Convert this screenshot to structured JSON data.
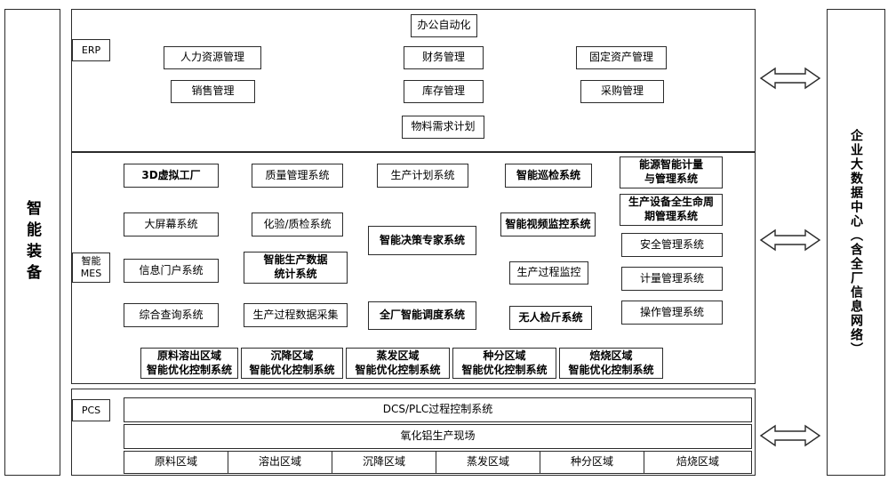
{
  "left_panel": {
    "label": "智能装备"
  },
  "right_panel": {
    "label": "企业大数据中心（含全厂信息网络）"
  },
  "icons": {
    "bidirectional_arrow": "⇔"
  },
  "erp": {
    "layer_label": "ERP",
    "office_automation": "办公自动化",
    "hr": "人力资源管理",
    "finance": "财务管理",
    "fixed_assets": "固定资产管理",
    "sales": "销售管理",
    "inventory": "库存管理",
    "procurement": "采购管理",
    "mrp": "物料需求计划"
  },
  "mes": {
    "layer_label": "智能\nMES",
    "virtual_factory": "3D虚拟工厂",
    "quality": "质量管理系统",
    "production_plan": "生产计划系统",
    "inspection": "智能巡检系统",
    "energy": "能源智能计量\n与管理系统",
    "big_screen": "大屏幕系统",
    "lab": "化验/质检系统",
    "decision": "智能决策专家系统",
    "video": "智能视频监控系统",
    "equipment_lifecycle": "生产设备全生命周\n期管理系统",
    "portal": "信息门户系统",
    "production_stats": "智能生产数据\n统计系统",
    "process_monitor": "生产过程监控",
    "safety": "安全管理系统",
    "metering": "计量管理系统",
    "query": "综合查询系统",
    "data_collection": "生产过程数据采集",
    "dispatch": "全厂智能调度系统",
    "unmanned_weighing": "无人检斤系统",
    "operation": "操作管理系统",
    "control_systems": [
      "原料溶出区域\n智能优化控制系统",
      "沉降区域\n智能优化控制系统",
      "蒸发区域\n智能优化控制系统",
      "种分区域\n智能优化控制系统",
      "焙烧区域\n智能优化控制系统"
    ]
  },
  "pcs": {
    "layer_label": "PCS",
    "dcs": "DCS/PLC过程控制系统",
    "site": "氧化铝生产现场",
    "areas": [
      "原料区域",
      "溶出区域",
      "沉降区域",
      "蒸发区域",
      "种分区域",
      "焙烧区域"
    ]
  }
}
